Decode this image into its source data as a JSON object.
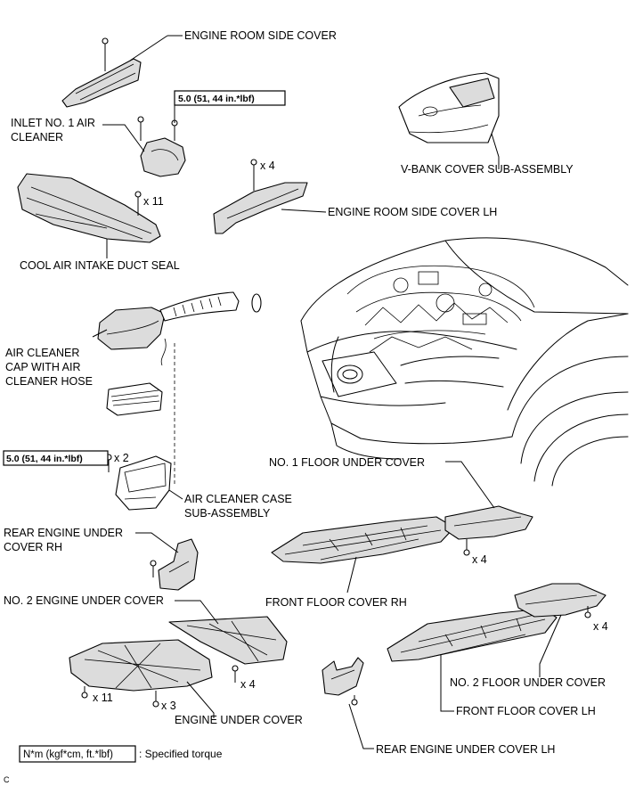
{
  "labels": {
    "engine_room_side_cover": "ENGINE ROOM SIDE COVER",
    "inlet_no1_air_cleaner_line1": "INLET NO. 1 AIR",
    "inlet_no1_air_cleaner_line2": "CLEANER",
    "vbank_cover": "V-BANK COVER SUB-ASSEMBLY",
    "engine_room_side_cover_lh": "ENGINE ROOM SIDE COVER LH",
    "cool_air_intake_duct_seal": "COOL AIR INTAKE DUCT SEAL",
    "air_cleaner_cap_line1": "AIR CLEANER",
    "air_cleaner_cap_line2": "CAP WITH AIR",
    "air_cleaner_cap_line3": "CLEANER HOSE",
    "air_cleaner_case_line1": "AIR CLEANER CASE",
    "air_cleaner_case_line2": "SUB-ASSEMBLY",
    "rear_engine_under_cover_rh_line1": "REAR ENGINE UNDER",
    "rear_engine_under_cover_rh_line2": "COVER RH",
    "no2_engine_under_cover": "NO. 2 ENGINE UNDER COVER",
    "engine_under_cover": "ENGINE UNDER COVER",
    "no1_floor_under_cover": "NO. 1 FLOOR UNDER COVER",
    "front_floor_cover_rh": "FRONT FLOOR COVER RH",
    "no2_floor_under_cover": "NO. 2 FLOOR UNDER COVER",
    "front_floor_cover_lh": "FRONT FLOOR COVER LH",
    "rear_engine_under_cover_lh": "REAR ENGINE UNDER COVER LH"
  },
  "quantities": {
    "x4_side_cover_lh": "x 4",
    "x11_duct_seal": "x 11",
    "x2_case": "x 2",
    "x4_floor_rh": "x 4",
    "x4_floor_no2": "x 4",
    "x4_no2_engine": "x 4",
    "x11_engine_under": "x 11",
    "x3_engine_under": "x 3"
  },
  "torque": {
    "inlet": "5.0 (51, 44 in.*lbf)",
    "case": "5.0 (51, 44 in.*lbf)"
  },
  "legend": {
    "unit_box": "N*m (kgf*cm, ft.*lbf)",
    "text": ": Specified torque"
  },
  "corner_mark": "C"
}
